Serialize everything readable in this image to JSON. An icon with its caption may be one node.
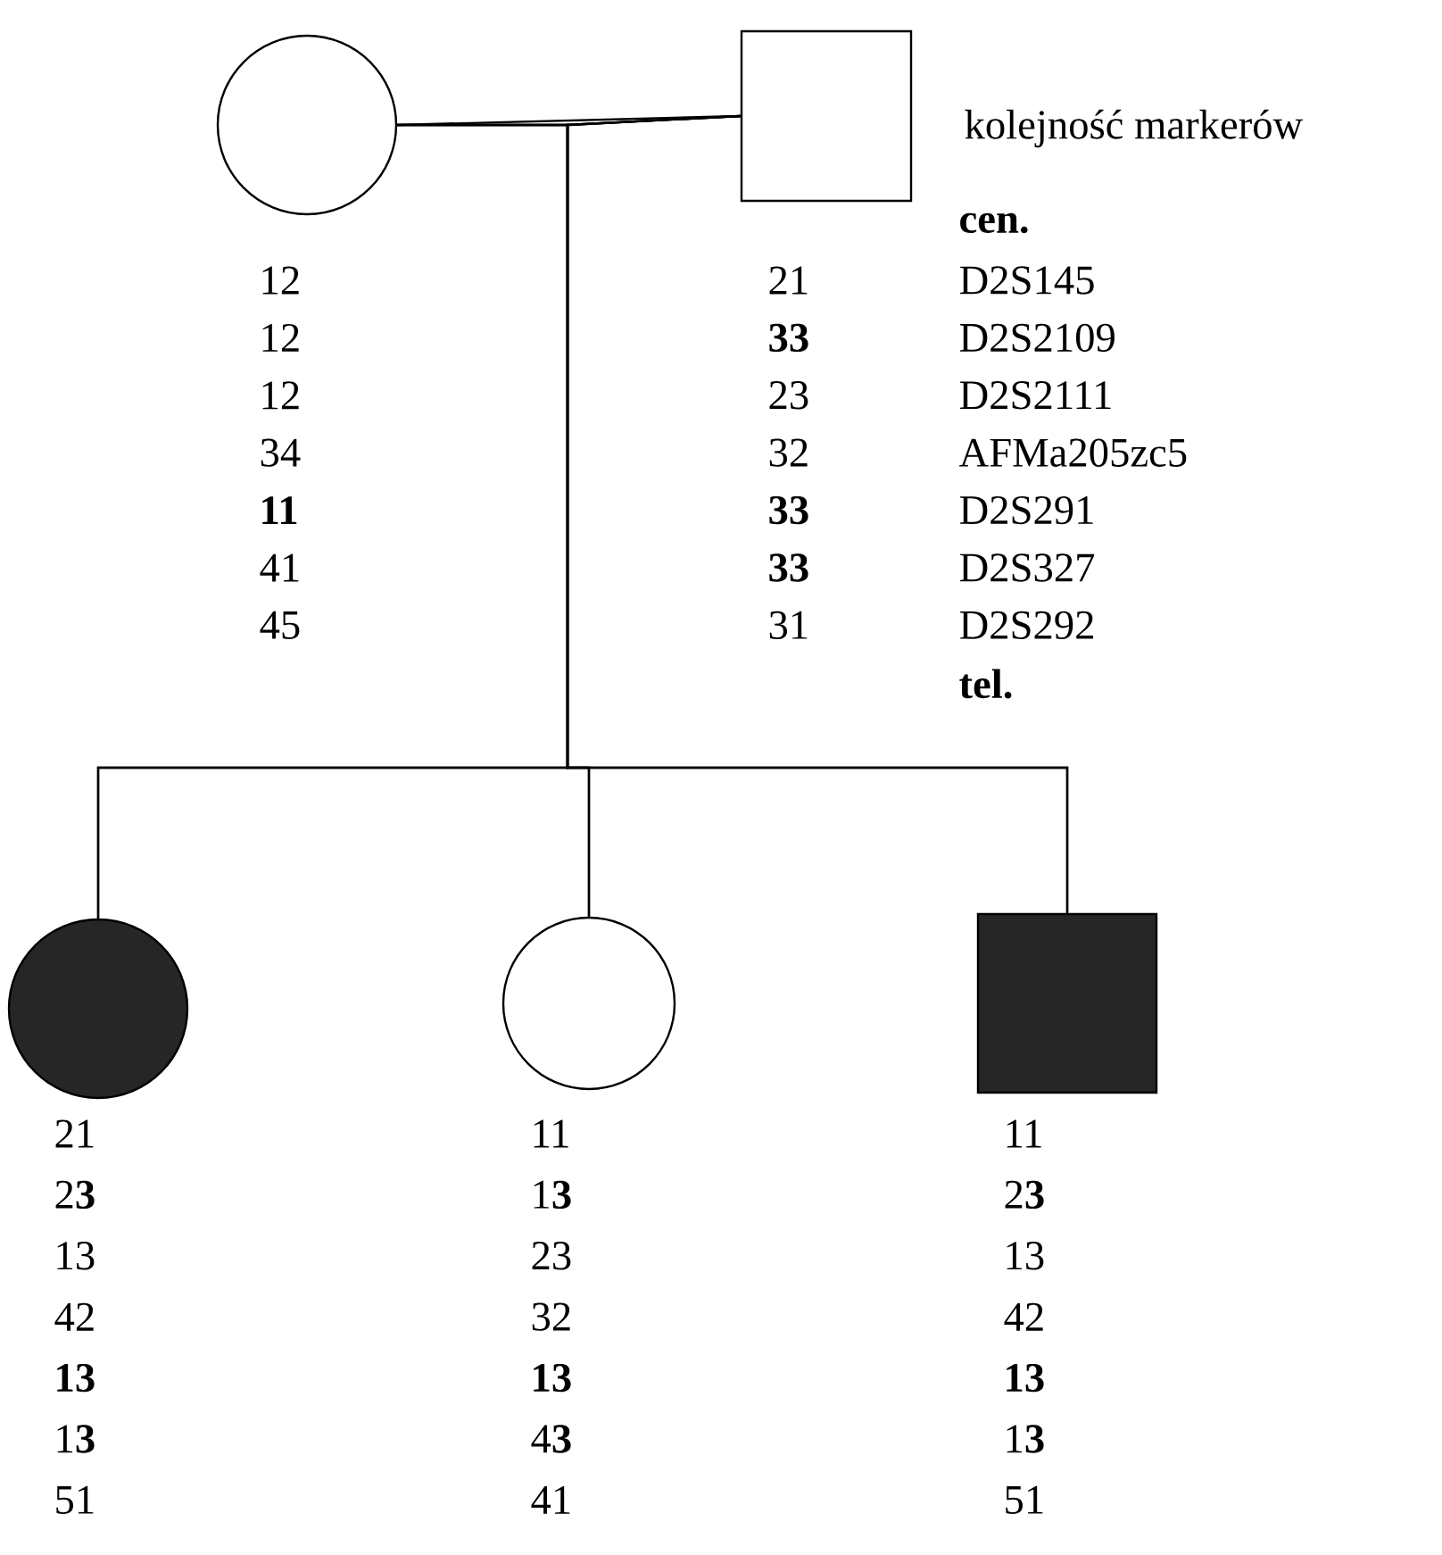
{
  "diagram": {
    "nodes": [
      {
        "text": [],
        "shape": "circle",
        "beside": [
          "12",
          "12",
          "12",
          "34",
          "**11**",
          "41",
          "45"
        ]
      },
      {
        "text": [],
        "shape": "box",
        "beside": [
          "21",
          "**33**",
          "23",
          "32",
          "**33**",
          "**33**",
          "31"
        ]
      },
      {
        "text": [],
        "shape": "circle",
        "beside": [
          "21",
          "2**3**",
          "13",
          "42",
          "**13**",
          "1**3**",
          "51"
        ]
      },
      {
        "text": [],
        "shape": "circle",
        "beside": [
          "11",
          "1**3**",
          "23",
          "32",
          "**13**",
          "4**3**",
          "41"
        ]
      },
      {
        "text": [],
        "shape": "box",
        "beside": [
          "11",
          "2**3**",
          "13",
          "42",
          "**13**",
          "1**3**",
          "51"
        ]
      }
    ],
    "edges": [
      {
        "from": 0,
        "to": 1,
        "arrow": "none"
      },
      {
        "from": 0,
        "to": 2,
        "arrow": "none"
      },
      {
        "from": 0,
        "to": 3,
        "arrow": "none"
      },
      {
        "from": 0,
        "to": 4,
        "arrow": "none"
      },
      {
        "from": 1,
        "to": 2,
        "arrow": "none"
      },
      {
        "from": 1,
        "to": 3,
        "arrow": "none"
      },
      {
        "from": 1,
        "to": 4,
        "arrow": "none"
      }
    ],
    "labels": [
      "kolejność markerów",
      "**cen.**",
      "D2S145",
      "D2S2109",
      "D2S2111",
      "AFMa205zc5",
      "D2S291",
      "D2S327",
      "D2S292",
      "**tel.**"
    ]
  }
}
